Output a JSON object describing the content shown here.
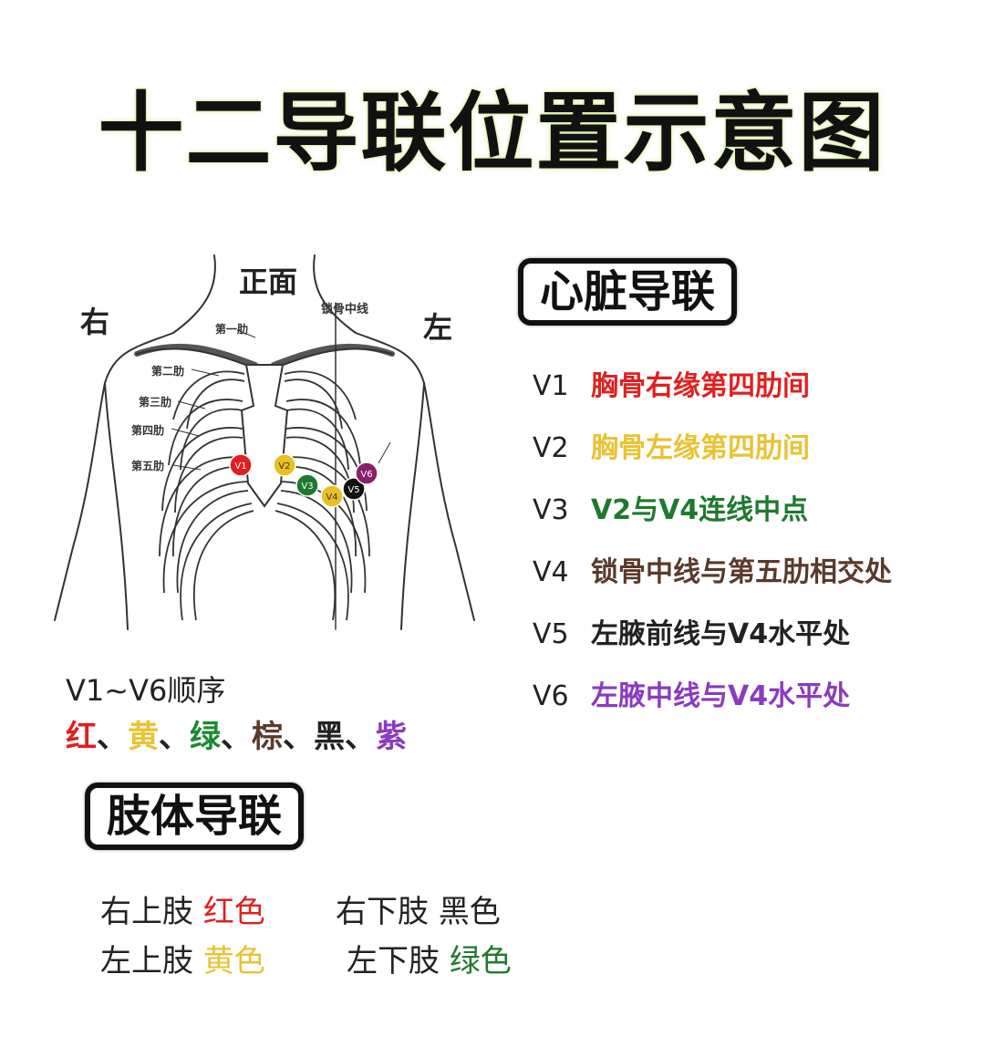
{
  "title": "十二导联位置示意图",
  "diagram": {
    "front": "正面",
    "right": "右",
    "left": "左",
    "midclavicular": "锁骨中线",
    "ribs": [
      "第一肋",
      "第二肋",
      "第三肋",
      "第四肋",
      "第五肋"
    ],
    "electrodes": [
      {
        "label": "V1",
        "color": "#e02020"
      },
      {
        "label": "V2",
        "color": "#e8c020"
      },
      {
        "label": "V3",
        "color": "#1e7a2e"
      },
      {
        "label": "V4",
        "color": "#e8c020"
      },
      {
        "label": "V5",
        "color": "#111111"
      },
      {
        "label": "V6",
        "color": "#8a1f6a"
      }
    ]
  },
  "heart_section": {
    "heading": "心脏导联",
    "leads": [
      {
        "id": "V1",
        "desc": "胸骨右缘第四肋间",
        "color": "#e02020"
      },
      {
        "id": "V2",
        "desc": "胸骨左缘第四肋间",
        "color": "#e9c234"
      },
      {
        "id": "V3",
        "desc": "V2与V4连线中点",
        "color": "#1e7a2e"
      },
      {
        "id": "V4",
        "desc": "锁骨中线与第五肋相交处",
        "color": "#5a3a2a"
      },
      {
        "id": "V5",
        "desc": "左腋前线与V4水平处",
        "color": "#222222"
      },
      {
        "id": "V6",
        "desc": "左腋中线与V4水平处",
        "color": "#8a3bc0"
      }
    ]
  },
  "order": {
    "title": "V1~V6顺序",
    "separator": "、",
    "colors": [
      {
        "name": "红",
        "color": "#e02020"
      },
      {
        "name": "黄",
        "color": "#e9c234"
      },
      {
        "name": "绿",
        "color": "#1e8a2e"
      },
      {
        "name": "棕",
        "color": "#5a3a2a"
      },
      {
        "name": "黑",
        "color": "#222222"
      },
      {
        "name": "紫",
        "color": "#8a3bc0"
      }
    ]
  },
  "limb_section": {
    "heading": "肢体导联",
    "items": [
      {
        "part": "右上肢",
        "color_name": "红色",
        "color": "#e02020"
      },
      {
        "part": "右下肢",
        "color_name": "黑色",
        "color": "#222222"
      },
      {
        "part": "左上肢",
        "color_name": "黄色",
        "color": "#e9c234"
      },
      {
        "part": "左下肢",
        "color_name": "绿色",
        "color": "#1e7a2e"
      }
    ]
  }
}
